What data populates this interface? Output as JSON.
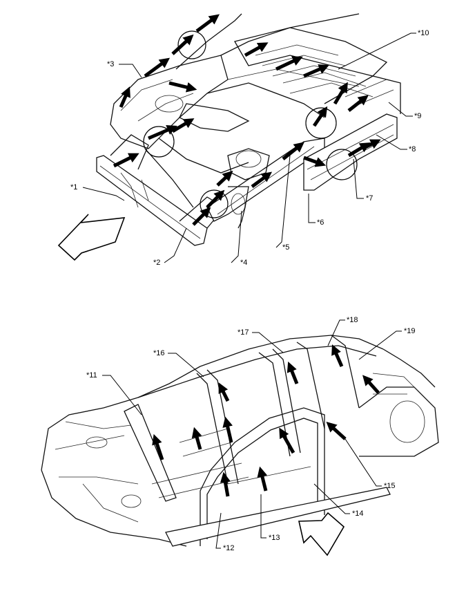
{
  "callouts": {
    "c1": "*1",
    "c2": "*2",
    "c3": "*3",
    "c4": "*4",
    "c5": "*5",
    "c6": "*6",
    "c7": "*7",
    "c8": "*8",
    "c9": "*9",
    "c10": "*10",
    "c11": "*11",
    "c12": "*12",
    "c13": "*13",
    "c14": "*14",
    "c15": "*15",
    "c16": "*16",
    "c17": "*17",
    "c18": "*18",
    "c19": "*19"
  }
}
